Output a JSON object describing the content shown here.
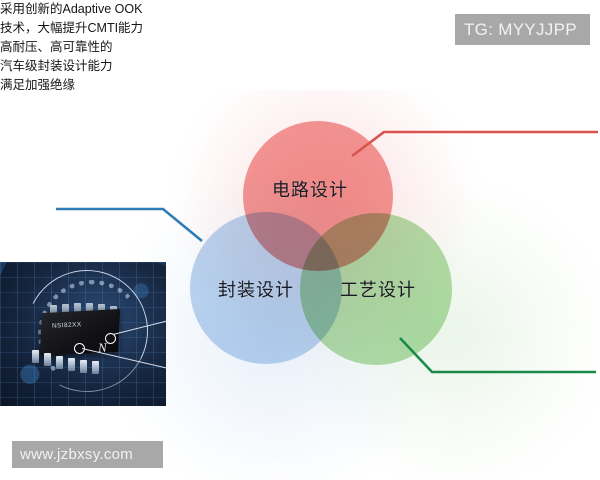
{
  "overlays": {
    "telegram_badge": "TG: MYYJJPP",
    "watermark": "www.jzbxsy.com"
  },
  "venn": {
    "circles": [
      {
        "id": "circuit-design",
        "label": "电路设计",
        "color": "#f2908e"
      },
      {
        "id": "package-design",
        "label": "封装设计",
        "color": "#b9d3ef"
      },
      {
        "id": "process-design",
        "label": "工艺设计",
        "color": "#aedca2"
      }
    ]
  },
  "callouts": {
    "top_right": {
      "line1": "采用创新的Adaptive OOK",
      "line2": "技术，大幅提升CMTI能力",
      "color": "#d9534f"
    },
    "left": {
      "line1": "高耐压、高可靠性的",
      "line2": "汽车级封装设计能力",
      "color": "#2f7bb5"
    },
    "bottom_right": {
      "line1": "满足加强绝缘",
      "color": "#1a8a4a"
    }
  },
  "chip_photo": {
    "part_number": "NSI82XX",
    "logo_mark": "N"
  }
}
